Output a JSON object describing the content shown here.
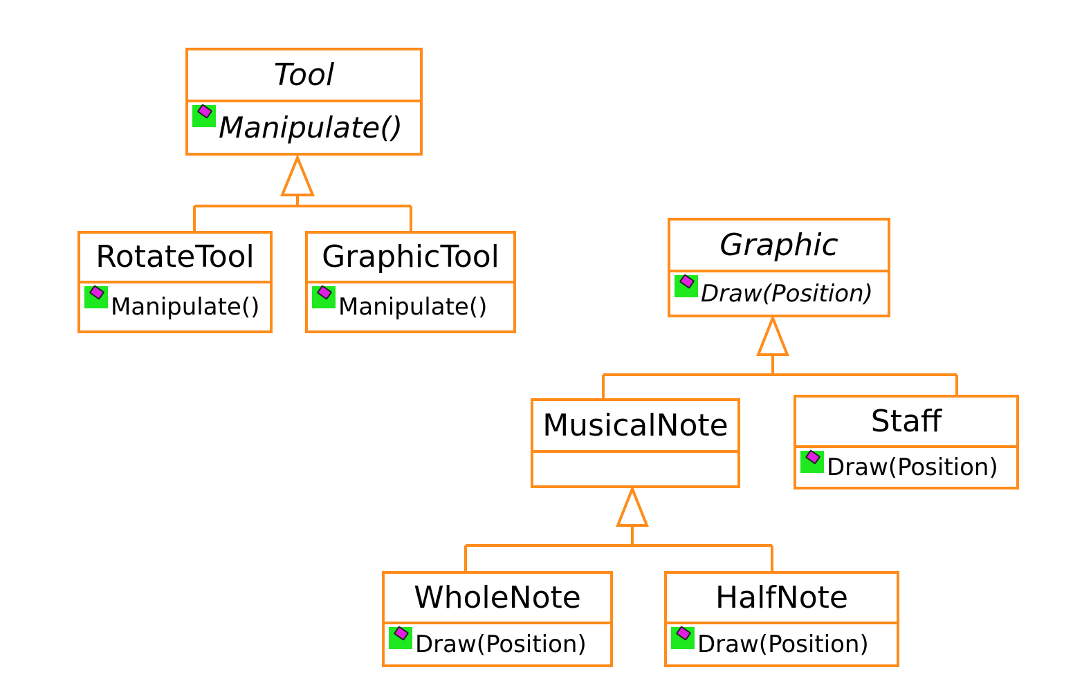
{
  "classes": {
    "tool": {
      "name": "Tool",
      "op": "Manipulate()"
    },
    "rotate_tool": {
      "name": "RotateTool",
      "op": "Manipulate()"
    },
    "graphic_tool": {
      "name": "GraphicTool",
      "op": "Manipulate()"
    },
    "graphic": {
      "name": "Graphic",
      "op": "Draw(Position)"
    },
    "musical_note": {
      "name": "MusicalNote",
      "op": ""
    },
    "staff": {
      "name": "Staff",
      "op": "Draw(Position)"
    },
    "whole_note": {
      "name": "WholeNote",
      "op": "Draw(Position)"
    },
    "half_note": {
      "name": "HalfNote",
      "op": "Draw(Position)"
    }
  },
  "colors": {
    "border": "#ff8c1a",
    "icon_bg": "#1ee81e",
    "icon_mark": "#e020e0"
  },
  "icons": {
    "operation": "operation-icon"
  }
}
